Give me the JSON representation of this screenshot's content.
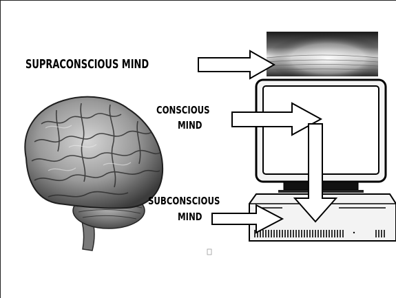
{
  "labels": {
    "supraconscious": "SUPRACONSCIOUS MIND",
    "conscious_line1": "CONSCIOUS",
    "conscious_line2": "MIND",
    "subconscious_line1": "SUBCONSCIOUS",
    "subconscious_line2": "MIND"
  },
  "images": {
    "brain": "brain-illustration",
    "monitor": "crt-monitor",
    "computer": "desktop-computer-case",
    "monitor_screen_top": "supraconscious-glow-screen"
  },
  "colors": {
    "ink": "#000000",
    "paper": "#ffffff",
    "brain_light": "#b8b8b8",
    "brain_dark": "#3a3a3a"
  }
}
